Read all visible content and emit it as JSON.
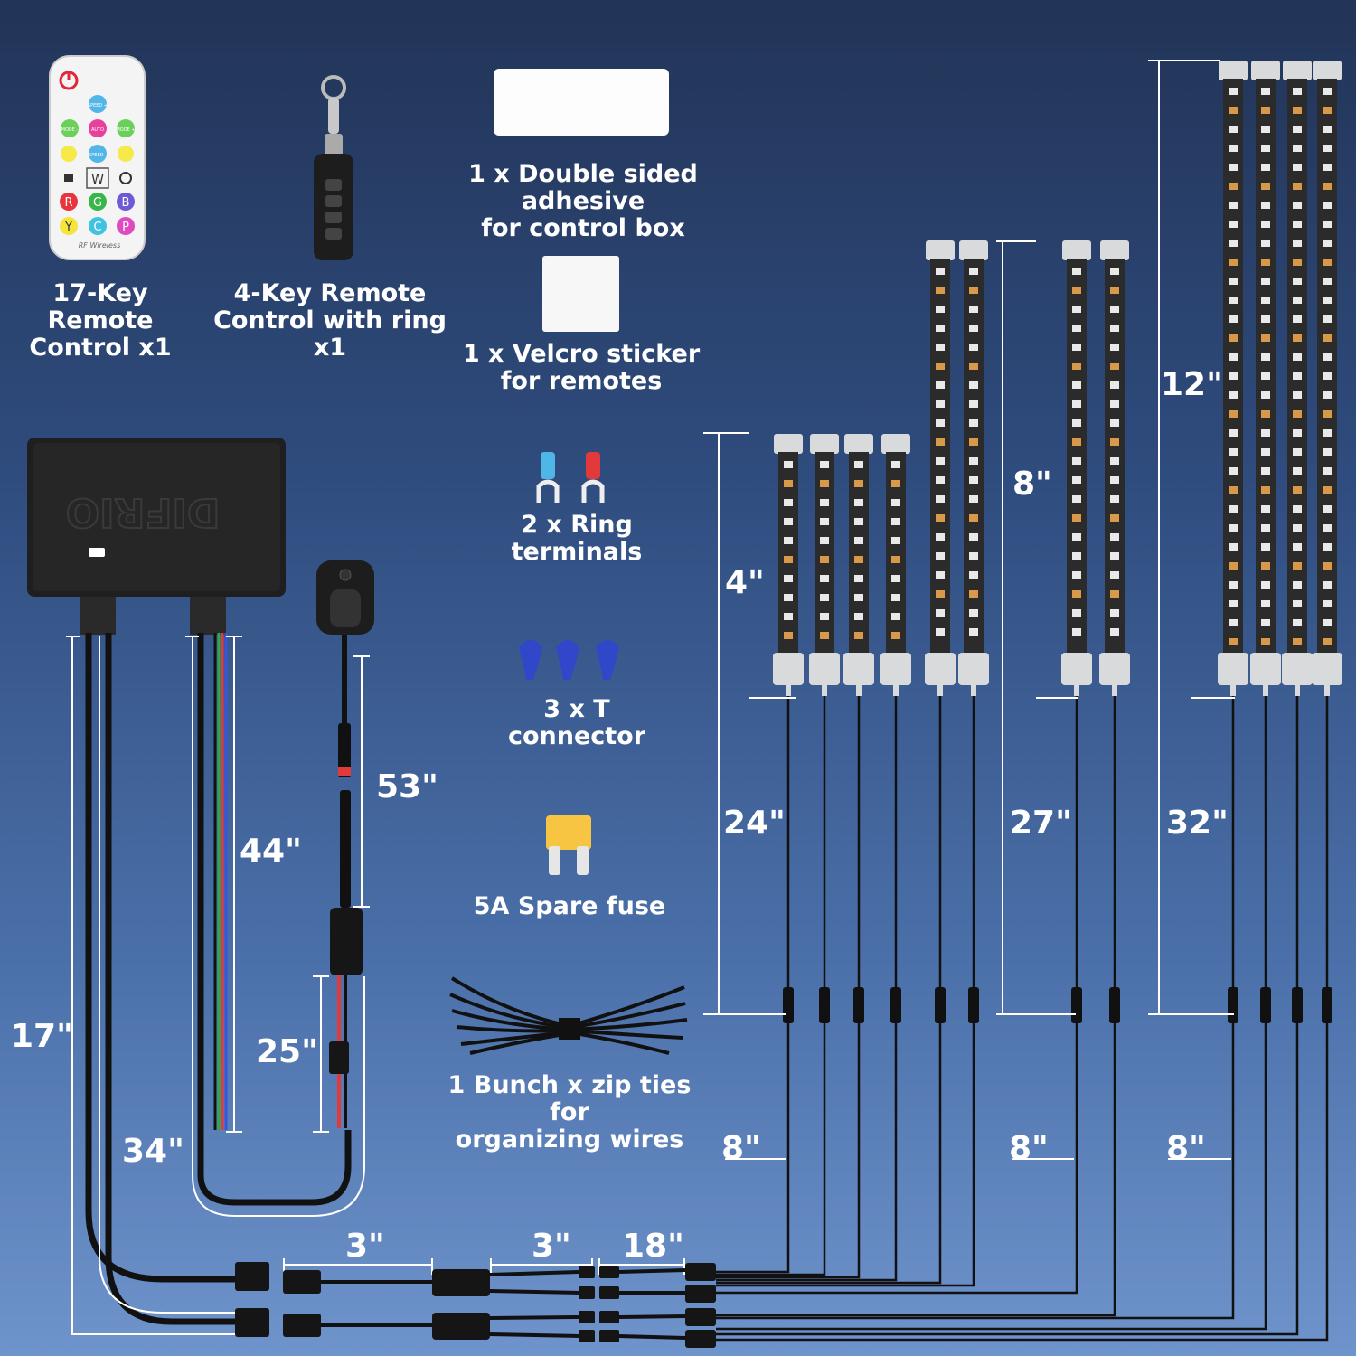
{
  "brand_logo": "DIFRIO",
  "remote17": {
    "label_line1": "17-Key Remote",
    "label_line2": "Control x1",
    "keys": {
      "speed_up": "SPEED +",
      "mode_minus": "MODE -",
      "auto": "AUTO",
      "mode_plus": "MODE +",
      "speed_down": "SPEED -",
      "w": "W",
      "r": "R",
      "g": "G",
      "b": "B",
      "y": "Y",
      "c": "C",
      "p": "P"
    },
    "footer": "RF Wireless"
  },
  "remote4": {
    "label_line1": "4-Key Remote",
    "label_line2": "Control with ring x1"
  },
  "adhesive": {
    "label_line1": "1 x Double sided adhesive",
    "label_line2": "for control box"
  },
  "velcro": {
    "label_line1": "1 x Velcro sticker",
    "label_line2": "for remotes"
  },
  "ring_terminals": {
    "label_line1": "2 x Ring",
    "label_line2": "terminals"
  },
  "t_connector": {
    "label_line1": "3 x T",
    "label_line2": "connector"
  },
  "fuse": {
    "label": "5A Spare fuse"
  },
  "zip_ties": {
    "label_line1": "1 Bunch x zip ties for",
    "label_line2": "organizing wires"
  },
  "dimensions": {
    "d17": "17\"",
    "d34": "34\"",
    "d44": "44\"",
    "d53": "53\"",
    "d25": "25\"",
    "d3a": "3\"",
    "d3b": "3\"",
    "d18": "18\"",
    "bar4": "4\"",
    "bar8": "8\"",
    "bar12": "12\"",
    "cable24": "24\"",
    "cable27": "27\"",
    "cable32": "32\"",
    "tail8a": "8\"",
    "tail8b": "8\"",
    "tail8c": "8\""
  },
  "colors": {
    "background_top": "#223457",
    "background_bottom": "#6f94cc",
    "bar_body": "#2b2b2b",
    "led_white": "#e9e9e9",
    "led_amber": "#d89a4a",
    "cap": "#d8dadc"
  }
}
